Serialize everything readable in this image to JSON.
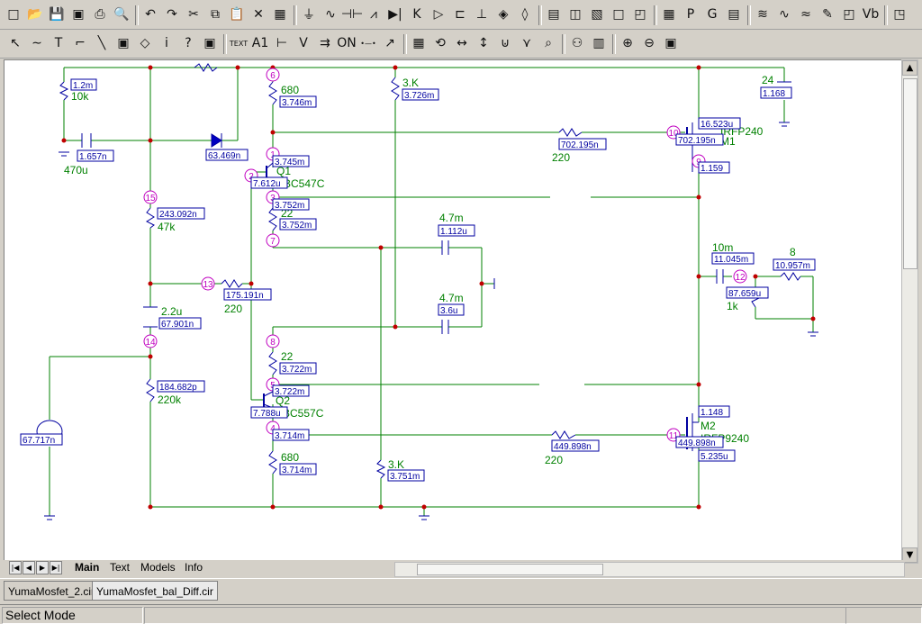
{
  "toolbar1": {
    "buttons": [
      {
        "name": "new-icon",
        "glyph": "□"
      },
      {
        "name": "open-icon",
        "glyph": "📂"
      },
      {
        "name": "save-icon",
        "glyph": "💾"
      },
      {
        "name": "save-all-icon",
        "glyph": "▣"
      },
      {
        "name": "print-icon",
        "glyph": "⎙"
      },
      {
        "name": "print-preview-icon",
        "glyph": "🔍"
      },
      {
        "name": "undo-icon",
        "glyph": "↶"
      },
      {
        "name": "redo-icon",
        "glyph": "↷"
      },
      {
        "name": "cut-icon",
        "glyph": "✂"
      },
      {
        "name": "copy-icon",
        "glyph": "⧉"
      },
      {
        "name": "paste-icon",
        "glyph": "📋"
      },
      {
        "name": "delete-icon",
        "glyph": "✕"
      },
      {
        "name": "select-all-icon",
        "glyph": "▦"
      },
      {
        "name": "ground-icon",
        "glyph": "⏚"
      },
      {
        "name": "inductor-icon",
        "glyph": "∿"
      },
      {
        "name": "capacitor-icon",
        "glyph": "⊣⊢"
      },
      {
        "name": "resistor-icon",
        "glyph": "⩘"
      },
      {
        "name": "diode-icon",
        "glyph": "▶|"
      },
      {
        "name": "npn-icon",
        "glyph": "K"
      },
      {
        "name": "opamp-icon",
        "glyph": "▷"
      },
      {
        "name": "switch-icon",
        "glyph": "⊏"
      },
      {
        "name": "battery-icon",
        "glyph": "⊥"
      },
      {
        "name": "source-icon",
        "glyph": "◈"
      },
      {
        "name": "jfet-icon",
        "glyph": "◊"
      },
      {
        "name": "window-split-icon",
        "glyph": "▤"
      },
      {
        "name": "tile-icon",
        "glyph": "◫"
      },
      {
        "name": "cascade-icon",
        "glyph": "▧"
      },
      {
        "name": "maximize-icon",
        "glyph": "□"
      },
      {
        "name": "restore-icon",
        "glyph": "◰"
      },
      {
        "name": "calculator-icon",
        "glyph": "▦"
      },
      {
        "name": "p-icon",
        "glyph": "P"
      },
      {
        "name": "g-icon",
        "glyph": "G"
      },
      {
        "name": "table-icon",
        "glyph": "▤"
      },
      {
        "name": "analysis-icon",
        "glyph": "≋"
      },
      {
        "name": "fft-icon",
        "glyph": "∿"
      },
      {
        "name": "waveform-icon",
        "glyph": "≈"
      },
      {
        "name": "probe-icon",
        "glyph": "✎"
      },
      {
        "name": "scope-icon",
        "glyph": "◰"
      },
      {
        "name": "vb-icon",
        "glyph": "Vb"
      },
      {
        "name": "zoom-box-icon",
        "glyph": "◳"
      }
    ]
  },
  "toolbar2": {
    "buttons": [
      {
        "name": "select-mode-icon",
        "glyph": "↖"
      },
      {
        "name": "wire-icon",
        "glyph": "∼"
      },
      {
        "name": "text-mode-icon",
        "glyph": "T"
      },
      {
        "name": "wire-ortho-icon",
        "glyph": "⌐"
      },
      {
        "name": "line-icon",
        "glyph": "╲"
      },
      {
        "name": "grid-icon",
        "glyph": "▣"
      },
      {
        "name": "shape-icon",
        "glyph": "◇"
      },
      {
        "name": "info-icon",
        "glyph": "i"
      },
      {
        "name": "help-icon",
        "glyph": "?"
      },
      {
        "name": "component-icon",
        "glyph": "▣"
      },
      {
        "name": "text-label-icon",
        "glyph": "TEXT"
      },
      {
        "name": "node-numbers-icon",
        "glyph": "A1"
      },
      {
        "name": "pin-icon",
        "glyph": "⊢"
      },
      {
        "name": "voltage-icon",
        "glyph": "V"
      },
      {
        "name": "current-arrow-icon",
        "glyph": "⇉"
      },
      {
        "name": "power-icon",
        "glyph": "ON"
      },
      {
        "name": "node-icon",
        "glyph": "•—•"
      },
      {
        "name": "flag-icon",
        "glyph": "↗"
      },
      {
        "name": "properties-icon",
        "glyph": "▦"
      },
      {
        "name": "rotate-icon",
        "glyph": "⟲"
      },
      {
        "name": "flip-h-icon",
        "glyph": "↔"
      },
      {
        "name": "flip-v-icon",
        "glyph": "↕"
      },
      {
        "name": "mirror-icon",
        "glyph": "⊍"
      },
      {
        "name": "step-icon",
        "glyph": "⋎"
      },
      {
        "name": "find-icon",
        "glyph": "⌕"
      },
      {
        "name": "binoculars-icon",
        "glyph": "⚇"
      },
      {
        "name": "screen-icon",
        "glyph": "▥"
      },
      {
        "name": "zoom-in-icon",
        "glyph": "⊕"
      },
      {
        "name": "zoom-out-icon",
        "glyph": "⊖"
      },
      {
        "name": "camera-icon",
        "glyph": "▣"
      }
    ]
  },
  "schematic": {
    "node_labels": [
      "6",
      "1",
      "2",
      "3",
      "7",
      "13",
      "15",
      "14",
      "8",
      "5",
      "4",
      "10",
      "9",
      "12",
      "11"
    ],
    "component_values": {
      "r_top": "10k",
      "cap_470u": "470u",
      "r_680_top": "680",
      "r_3k_top": "3.K",
      "v24": "24",
      "r_220_top": "220",
      "m1_label": "M1",
      "m1_part": "IRFP240",
      "r_q1": "Q1",
      "q1_part": "BC547C",
      "r_22_top": "22",
      "r_47k": "47k",
      "cap_47m_top": "4.7m",
      "cap_47m_bot": "4.7m",
      "r_220_mid": "220",
      "cap_22u": "2.2u",
      "r_220k": "220k",
      "r_22_bot": "22",
      "q2": "Q2",
      "q2_part": "BC557C",
      "r_680_bot": "680",
      "r_3k_bot": "3.K",
      "r_220_bot": "220",
      "m2": "M2",
      "m2_part": "IRFP9240",
      "cap_10m": "10m",
      "r_8": "8",
      "r_1k": "1k",
      "partial_m1": "IRFP240",
      "partial_m2": "IRFP9240"
    },
    "readouts": [
      "1.2m",
      "1.657n",
      "63.469n",
      "3.746m",
      "3.726m",
      "1.168",
      "16.523u",
      "702.195n",
      "702.195n",
      "1.159",
      "3.745m",
      "7.612u",
      "3.752m",
      "3.752m",
      "243.092n",
      "1.112u",
      "11.045m",
      "10.957m",
      "87.659u",
      "175.191n",
      "3.6u",
      "67.901n",
      "184.682p",
      "3.722m",
      "3.722m",
      "7.788u",
      "1.148",
      "3.714m",
      "449.898n",
      "449.898n",
      "5.235u",
      "3.714m",
      "3.751m",
      "67.717n"
    ]
  },
  "sheet_tabs": [
    "Main",
    "Text",
    "Models",
    "Info"
  ],
  "doc_tabs": [
    "YumaMosfet_2.cir",
    "YumaMosfet_bal_Diff.cir"
  ],
  "status": {
    "mode": "Select Mode"
  }
}
